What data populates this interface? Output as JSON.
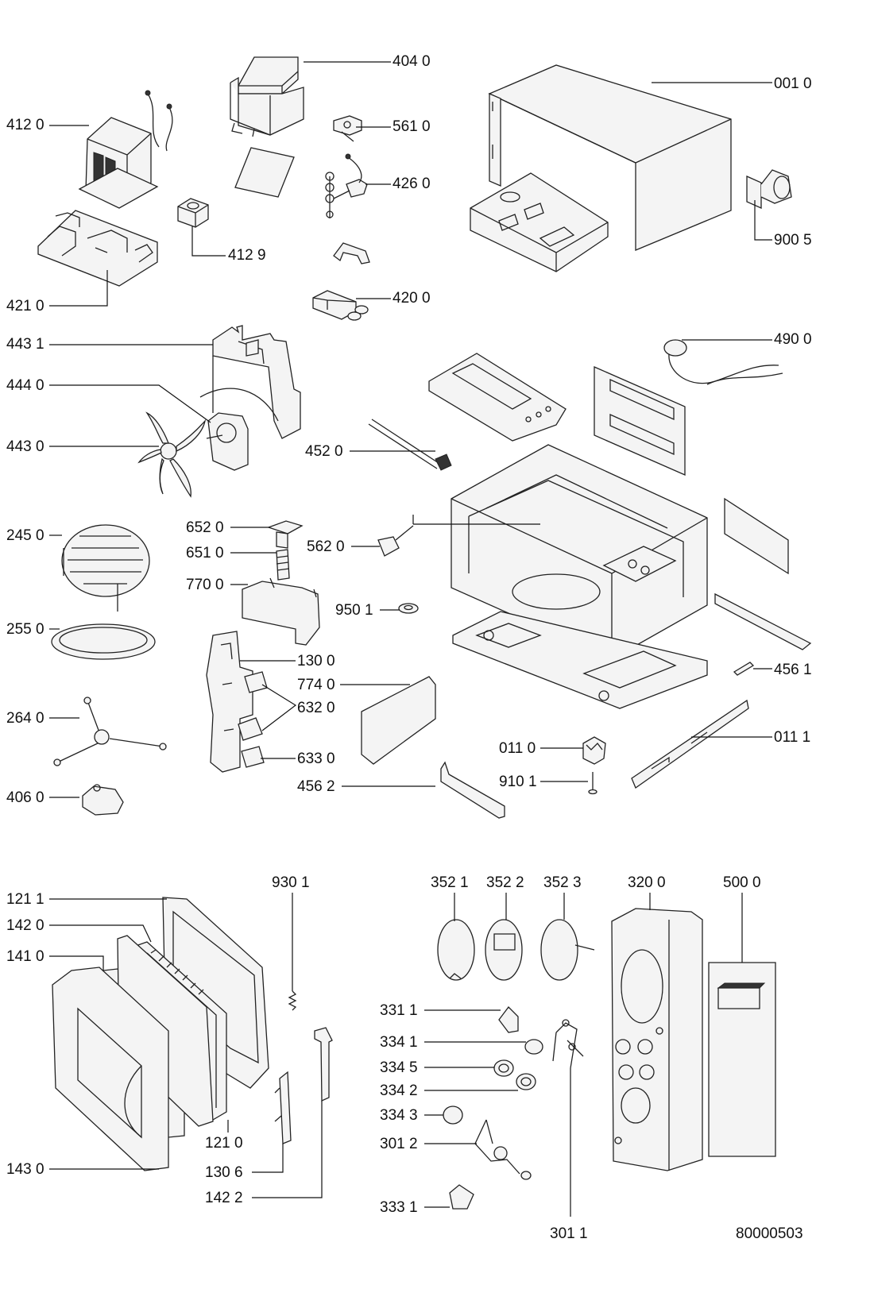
{
  "drawing_number": "80000503",
  "labels": [
    {
      "id": "4040",
      "text": "404 0"
    },
    {
      "id": "0010",
      "text": "001 0"
    },
    {
      "id": "4120",
      "text": "412 0"
    },
    {
      "id": "5610",
      "text": "561 0"
    },
    {
      "id": "4260",
      "text": "426 0"
    },
    {
      "id": "9005",
      "text": "900 5"
    },
    {
      "id": "4129",
      "text": "412 9"
    },
    {
      "id": "4210",
      "text": "421 0"
    },
    {
      "id": "4200",
      "text": "420 0"
    },
    {
      "id": "4431",
      "text": "443 1"
    },
    {
      "id": "4900",
      "text": "490 0"
    },
    {
      "id": "4440",
      "text": "444 0"
    },
    {
      "id": "4430",
      "text": "443 0"
    },
    {
      "id": "4520",
      "text": "452 0"
    },
    {
      "id": "2450",
      "text": "245 0"
    },
    {
      "id": "6520",
      "text": "652 0"
    },
    {
      "id": "6510",
      "text": "651 0"
    },
    {
      "id": "5620",
      "text": "562 0"
    },
    {
      "id": "7700",
      "text": "770 0"
    },
    {
      "id": "9501",
      "text": "950 1"
    },
    {
      "id": "2550",
      "text": "255 0"
    },
    {
      "id": "1300",
      "text": "130 0"
    },
    {
      "id": "4561",
      "text": "456 1"
    },
    {
      "id": "7740",
      "text": "774 0"
    },
    {
      "id": "6320",
      "text": "632 0"
    },
    {
      "id": "2640",
      "text": "264 0"
    },
    {
      "id": "0110",
      "text": "011 0"
    },
    {
      "id": "0111",
      "text": "011 1"
    },
    {
      "id": "6330",
      "text": "633 0"
    },
    {
      "id": "9101",
      "text": "910 1"
    },
    {
      "id": "4562",
      "text": "456 2"
    },
    {
      "id": "4060",
      "text": "406 0"
    },
    {
      "id": "9301",
      "text": "930 1"
    },
    {
      "id": "3521",
      "text": "352 1"
    },
    {
      "id": "3522",
      "text": "352 2"
    },
    {
      "id": "3523",
      "text": "352 3"
    },
    {
      "id": "3200",
      "text": "320 0"
    },
    {
      "id": "5000",
      "text": "500 0"
    },
    {
      "id": "1211",
      "text": "121 1"
    },
    {
      "id": "1420",
      "text": "142 0"
    },
    {
      "id": "1410",
      "text": "141 0"
    },
    {
      "id": "3311",
      "text": "331 1"
    },
    {
      "id": "3341",
      "text": "334 1"
    },
    {
      "id": "3345",
      "text": "334 5"
    },
    {
      "id": "3342",
      "text": "334 2"
    },
    {
      "id": "3343",
      "text": "334 3"
    },
    {
      "id": "1210",
      "text": "121 0"
    },
    {
      "id": "3012",
      "text": "301 2"
    },
    {
      "id": "1306",
      "text": "130 6"
    },
    {
      "id": "1430",
      "text": "143 0"
    },
    {
      "id": "1422",
      "text": "142 2"
    },
    {
      "id": "3331",
      "text": "333 1"
    },
    {
      "id": "3011",
      "text": "301 1"
    }
  ]
}
